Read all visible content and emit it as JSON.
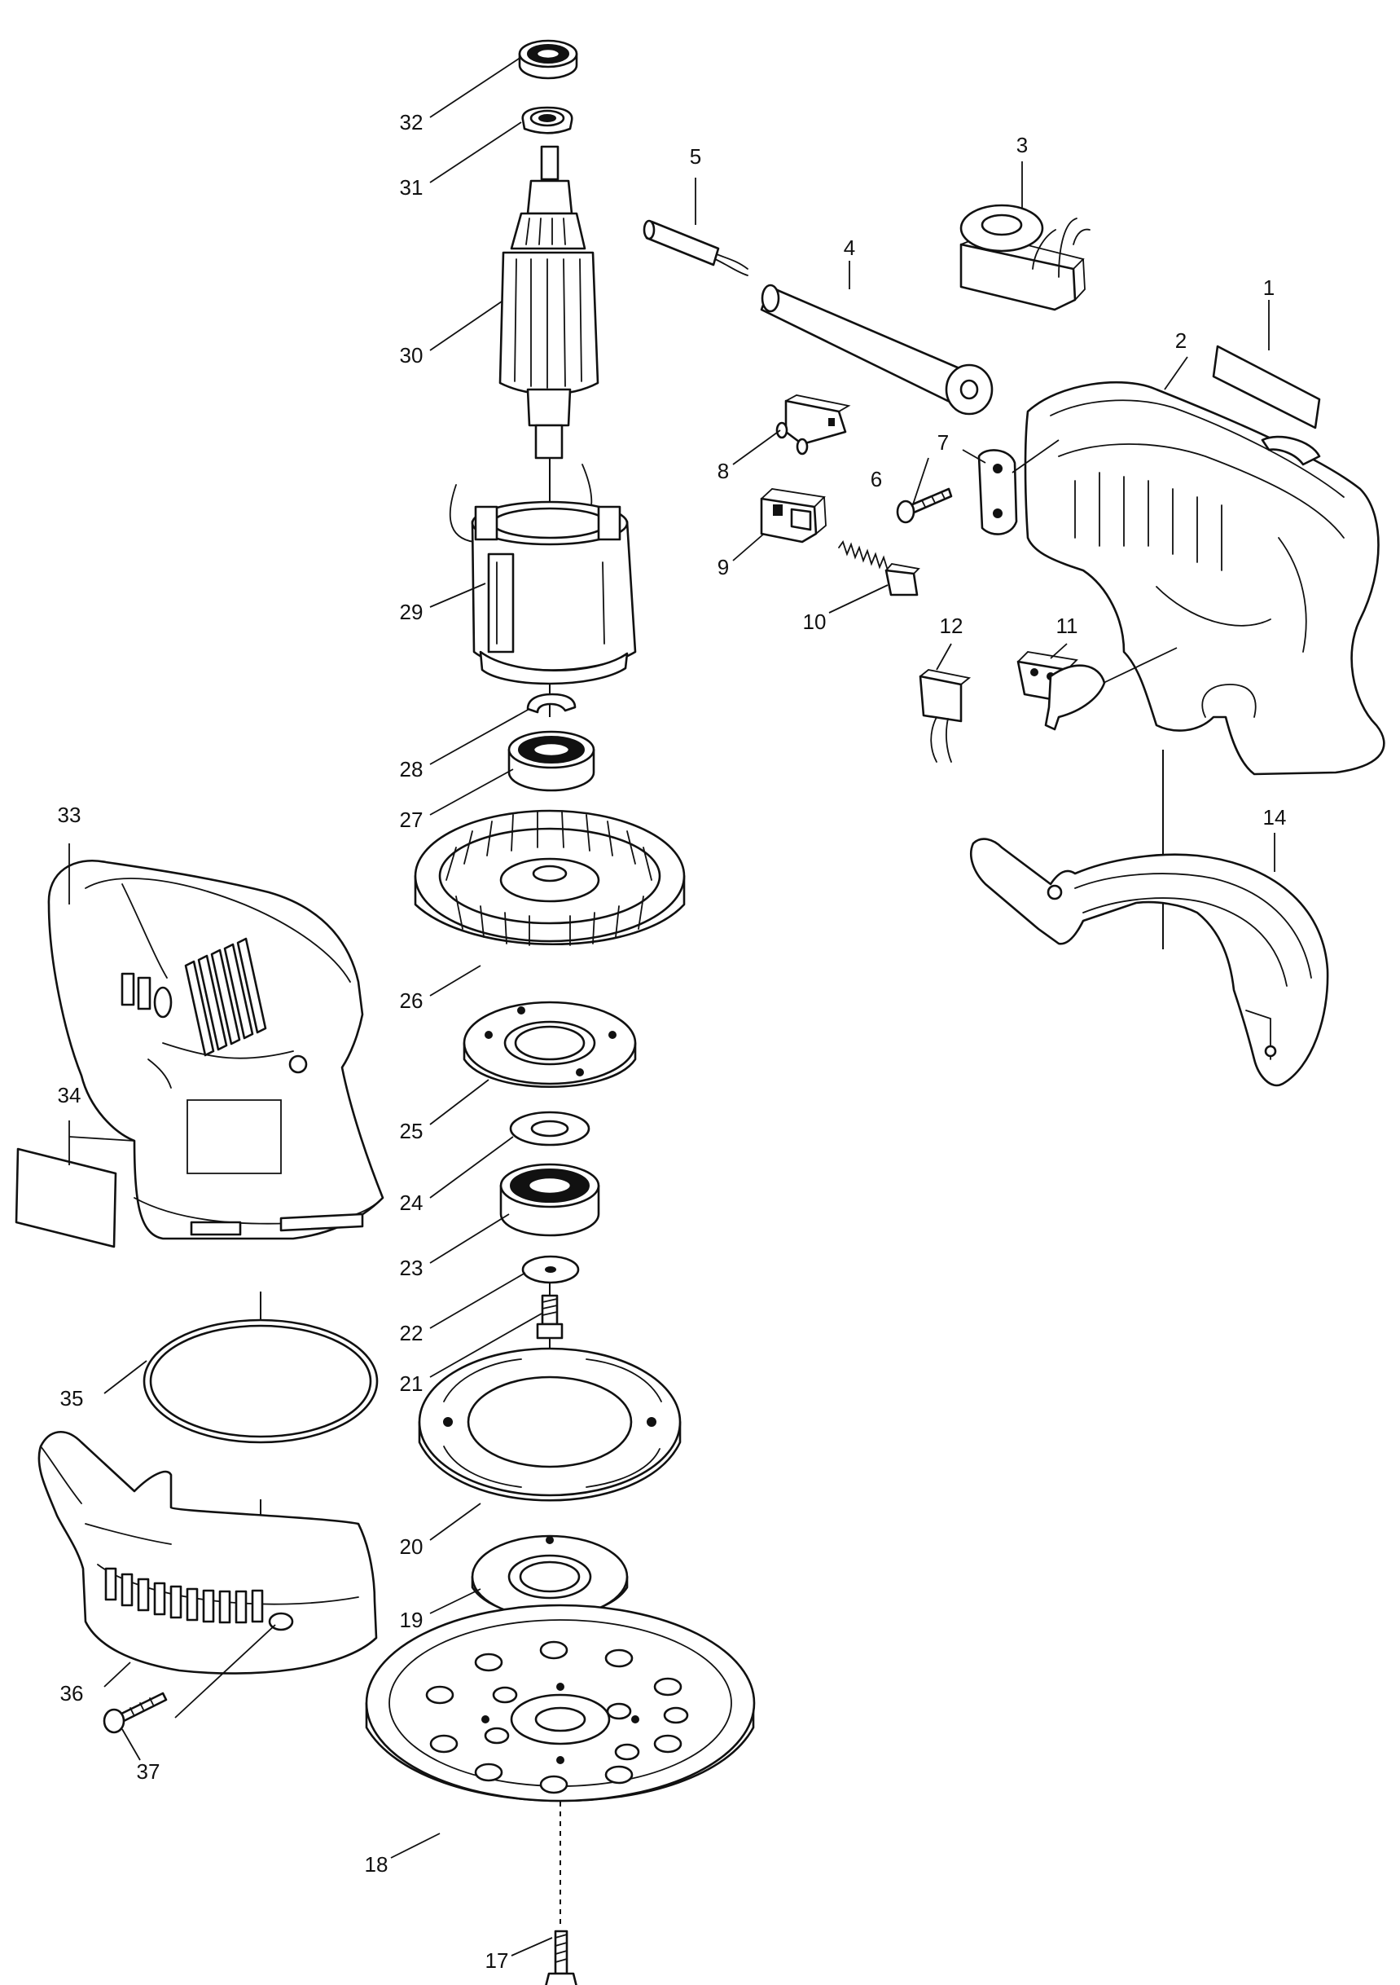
{
  "callouts": [
    {
      "id": "1",
      "label": "1"
    },
    {
      "id": "2",
      "label": "2"
    },
    {
      "id": "3",
      "label": "3"
    },
    {
      "id": "4",
      "label": "4"
    },
    {
      "id": "5",
      "label": "5"
    },
    {
      "id": "6",
      "label": "6"
    },
    {
      "id": "7",
      "label": "7"
    },
    {
      "id": "8",
      "label": "8"
    },
    {
      "id": "9",
      "label": "9"
    },
    {
      "id": "10",
      "label": "10"
    },
    {
      "id": "11",
      "label": "11"
    },
    {
      "id": "12",
      "label": "12"
    },
    {
      "id": "14",
      "label": "14"
    },
    {
      "id": "17",
      "label": "17"
    },
    {
      "id": "18",
      "label": "18"
    },
    {
      "id": "19",
      "label": "19"
    },
    {
      "id": "20",
      "label": "20"
    },
    {
      "id": "21",
      "label": "21"
    },
    {
      "id": "22",
      "label": "22"
    },
    {
      "id": "23",
      "label": "23"
    },
    {
      "id": "24",
      "label": "24"
    },
    {
      "id": "25",
      "label": "25"
    },
    {
      "id": "26",
      "label": "26"
    },
    {
      "id": "27",
      "label": "27"
    },
    {
      "id": "28",
      "label": "28"
    },
    {
      "id": "29",
      "label": "29"
    },
    {
      "id": "30",
      "label": "30"
    },
    {
      "id": "31",
      "label": "31"
    },
    {
      "id": "32",
      "label": "32"
    },
    {
      "id": "33",
      "label": "33"
    },
    {
      "id": "34",
      "label": "34"
    },
    {
      "id": "35",
      "label": "35"
    },
    {
      "id": "36",
      "label": "36"
    },
    {
      "id": "37",
      "label": "37"
    }
  ],
  "colors": {
    "ink": "#111111",
    "paper": "#ffffff"
  }
}
